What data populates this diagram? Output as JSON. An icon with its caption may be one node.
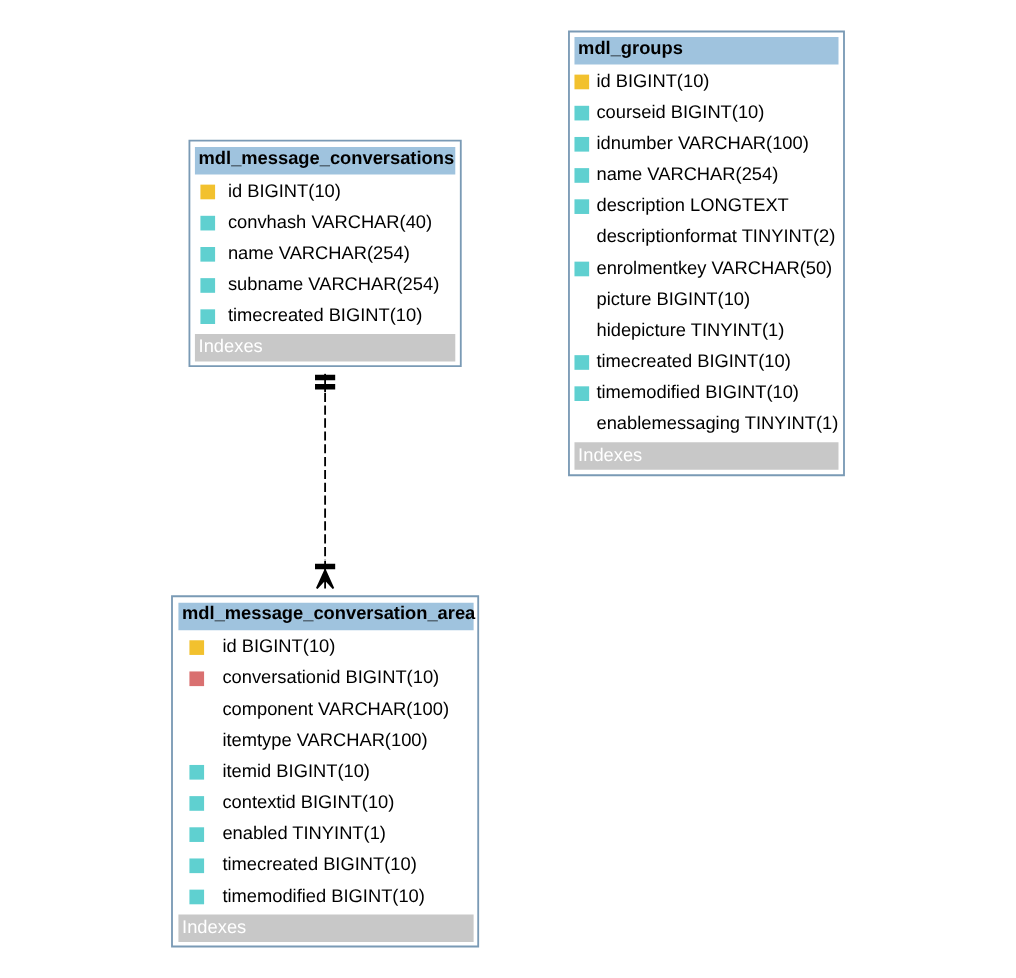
{
  "diagram": {
    "nodes": [
      {
        "text": [
          "mdl_message_conversations",
          "id BIGINT(10)",
          "convhash VARCHAR(40)",
          "name VARCHAR(254)",
          "subname VARCHAR(254)",
          "timecreated BIGINT(10)",
          "Indexes"
        ]
      },
      {
        "text": [
          "mdl_groups",
          "id BIGINT(10)",
          "courseid BIGINT(10)",
          "idnumber VARCHAR(100)",
          "name VARCHAR(254)",
          "description LONGTEXT",
          "descriptionformat TINYINT(2)",
          "enrolmentkey VARCHAR(50)",
          "picture BIGINT(10)",
          "hidepicture TINYINT(1)",
          "timecreated BIGINT(10)",
          "timemodified BIGINT(10)",
          "enablemessaging TINYINT(1)",
          "Indexes"
        ]
      },
      {
        "text": [
          "mdl_message_conversation_area",
          "id BIGINT(10)",
          "conversationid BIGINT(10)",
          "component VARCHAR(100)",
          "itemtype VARCHAR(100)",
          "itemid BIGINT(10)",
          "contextid BIGINT(10)",
          "enabled TINYINT(1)",
          "timecreated BIGINT(10)",
          "timemodified BIGINT(10)",
          "Indexes"
        ]
      }
    ],
    "edges": [
      {
        "from": 0,
        "to": 2,
        "arrow": "other",
        "style": "dashed"
      }
    ]
  }
}
